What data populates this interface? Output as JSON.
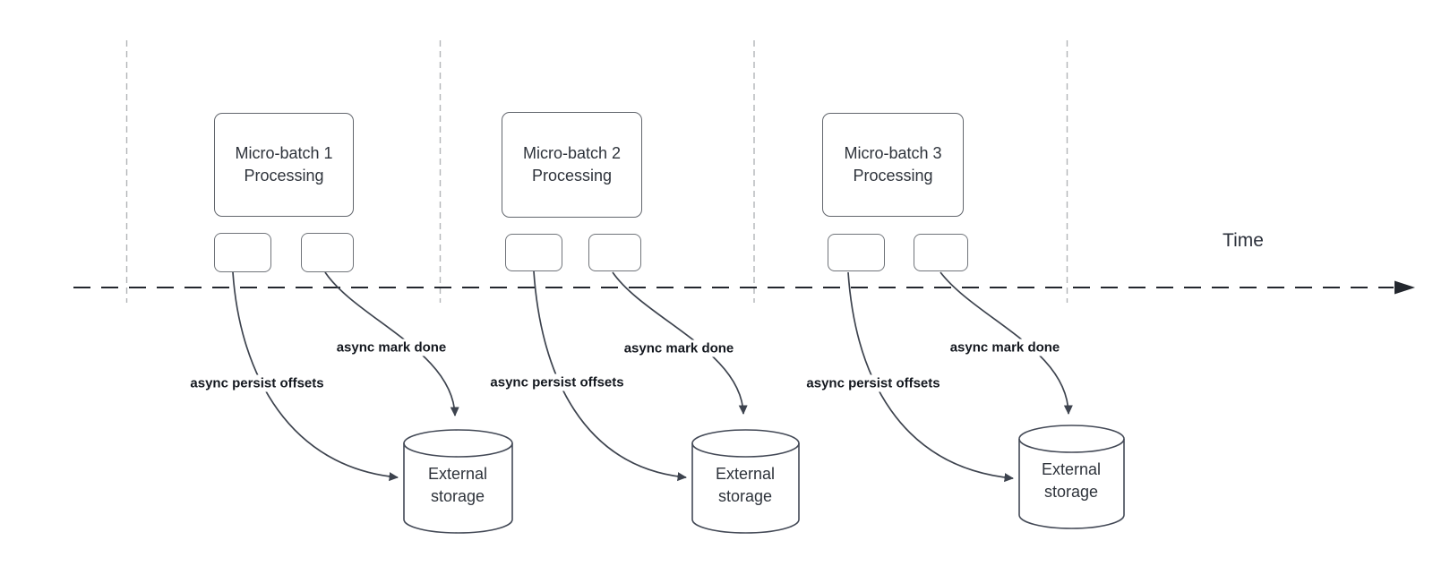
{
  "time_label": "Time",
  "colors": {
    "edge_stroke": "#3d434e",
    "axis_stroke": "#23272e",
    "lane_divider": "#b2b5b8",
    "box_border": "#62666d",
    "box_text": "#2e333b",
    "edge_label_text": "#14181f",
    "background": "#ffffff"
  },
  "groups": [
    {
      "box_line1": "Micro-batch 1",
      "box_line2": "Processing",
      "persist_label": "async persist offsets",
      "done_label": "async mark done",
      "storage_line1": "External",
      "storage_line2": "storage"
    },
    {
      "box_line1": "Micro-batch 2",
      "box_line2": "Processing",
      "persist_label": "async persist offsets",
      "done_label": "async mark done",
      "storage_line1": "External",
      "storage_line2": "storage"
    },
    {
      "box_line1": "Micro-batch 3",
      "box_line2": "Processing",
      "persist_label": "async persist offsets",
      "done_label": "async mark done",
      "storage_line1": "External",
      "storage_line2": "storage"
    }
  ]
}
